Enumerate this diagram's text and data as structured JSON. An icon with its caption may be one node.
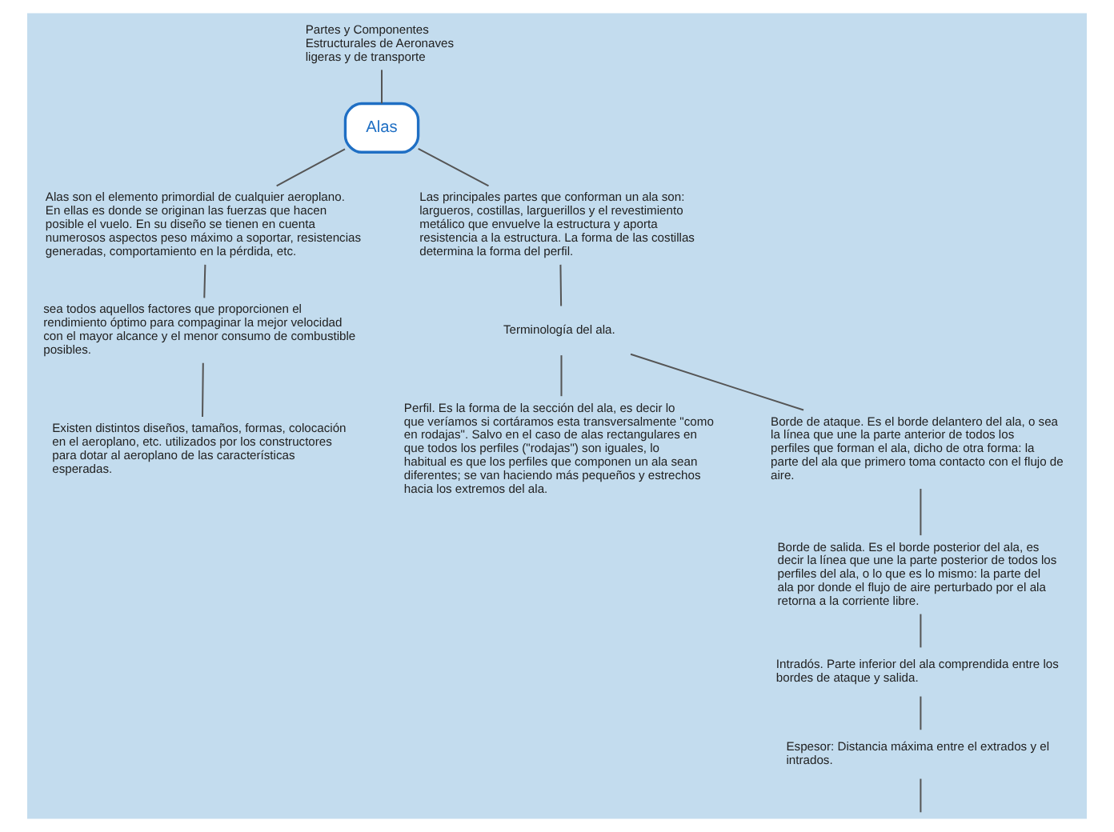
{
  "diagram": {
    "nodes": [
      {
        "text": [
          "Partes y Componentes Estructurales de Aeronaves ligeras y de transporte"
        ]
      },
      {
        "text": [
          "Alas"
        ]
      },
      {
        "text": [
          "Alas son el elemento primordial de cualquier aeroplano. En ellas es donde se originan las fuerzas que hacen posible el vuelo. En su diseño se tienen en cuenta numerosos aspectos peso máximo a soportar, resistencias generadas, comportamiento en la pérdida, etc."
        ]
      },
      {
        "text": [
          "sea todos aquellos factores que proporcionen el rendimiento óptimo para compaginar la mejor velocidad con el mayor alcance y el menor consumo de combustible posibles."
        ]
      },
      {
        "text": [
          "Existen distintos diseños, tamaños, formas, colocación en el aeroplano, etc. utilizados por los constructores para dotar al aeroplano de las características esperadas."
        ]
      },
      {
        "text": [
          "Las principales partes que conforman un ala son: largueros, costillas, larguerillos y el revestimiento metálico que envuelve la estructura y aporta resistencia a la estructura. La forma de las costillas determina la forma del perfil."
        ]
      },
      {
        "text": [
          "Terminología del ala."
        ]
      },
      {
        "text": [
          "Perfil. Es la forma de la sección del ala, es decir lo que veríamos si cortáramos esta transversalmente \"como en rodajas\". Salvo en el caso de alas rectangulares en que todos los perfiles (\"rodajas\") son iguales, lo habitual es que los perfiles que componen un ala sean diferentes; se van haciendo más pequeños y estrechos hacia los extremos del ala."
        ]
      },
      {
        "text": [
          "Borde de ataque. Es el borde delantero del ala, o sea la línea que une la parte anterior de todos los perfiles que forman el ala, dicho de otra forma: la parte del ala que primero toma contacto con el flujo de aire."
        ]
      },
      {
        "text": [
          "Borde de salida. Es el borde posterior del ala, es decir la línea que une la parte posterior de todos los perfiles del ala, o lo que es lo mismo: la parte del ala por donde el flujo de aire perturbado por el ala retorna a la corriente libre."
        ]
      },
      {
        "text": [
          "Intradós. Parte inferior del ala comprendida entre los bordes de ataque y salida."
        ]
      },
      {
        "text": [
          "Espesor: Distancia máxima entre el extrados y el intrados."
        ]
      }
    ],
    "edges": [
      {
        "from": 0,
        "to": 1,
        "arrow": "none"
      },
      {
        "from": 1,
        "to": 2,
        "arrow": "none"
      },
      {
        "from": 2,
        "to": 3,
        "arrow": "none"
      },
      {
        "from": 3,
        "to": 4,
        "arrow": "none"
      },
      {
        "from": 1,
        "to": 5,
        "arrow": "none"
      },
      {
        "from": 5,
        "to": 6,
        "arrow": "none"
      },
      {
        "from": 6,
        "to": 7,
        "arrow": "none"
      },
      {
        "from": 6,
        "to": 8,
        "arrow": "none"
      },
      {
        "from": 8,
        "to": 9,
        "arrow": "none"
      },
      {
        "from": 9,
        "to": 10,
        "arrow": "none"
      },
      {
        "from": 10,
        "to": 11,
        "arrow": "none"
      },
      {
        "from": 11,
        "to": null,
        "arrow": "none"
      }
    ]
  }
}
